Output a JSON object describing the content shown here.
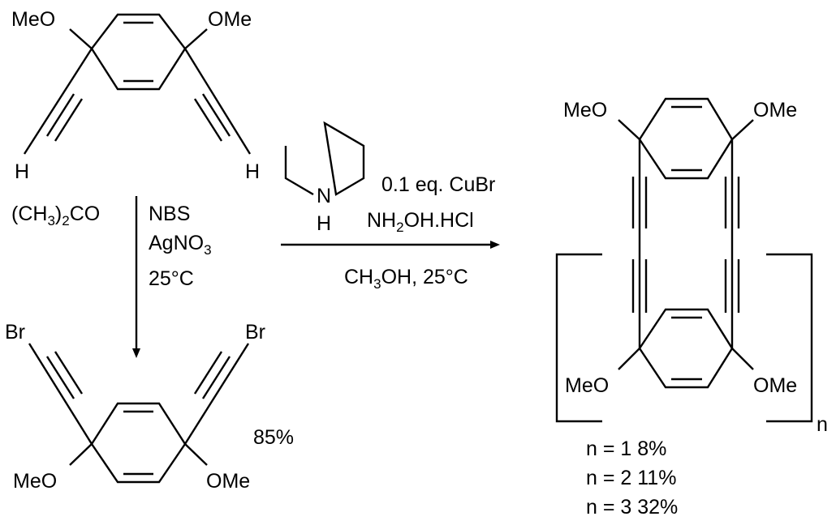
{
  "start_material": {
    "left_substituent": "MeO",
    "right_substituent": "OMe",
    "left_terminal": "H",
    "right_terminal": "H"
  },
  "step1": {
    "solvent": "(CH3)2CO",
    "solvent_parts": [
      "(CH",
      "3",
      ")",
      "2",
      "CO"
    ],
    "reagent_1": "NBS",
    "reagent_2": "AgNO3",
    "reagent_2_parts": [
      "AgNO",
      "3"
    ],
    "temperature": "25°C",
    "yield": "85%"
  },
  "dibromide": {
    "left_terminal": "Br",
    "right_terminal": "Br",
    "left_substituent": "MeO",
    "right_substituent": "OMe"
  },
  "step2": {
    "amine_label": "N",
    "amine_h": "H",
    "catalyst": "0.1 eq. CuBr",
    "additive": "NH2OH.HCl",
    "additive_parts": [
      "NH",
      "2",
      "OH.HCl"
    ],
    "conditions": "CH3OH, 25°C",
    "conditions_parts": [
      "CH",
      "3",
      "OH, 25°C"
    ]
  },
  "product": {
    "top_left": "MeO",
    "top_right": "OMe",
    "bottom_left": "MeO",
    "bottom_right": "OMe",
    "repeat_label": "n",
    "yields": [
      "n = 1  8%",
      "n = 2 11%",
      "n = 3 32%"
    ]
  },
  "colors": {
    "ink": "#000000",
    "background": "#ffffff"
  }
}
